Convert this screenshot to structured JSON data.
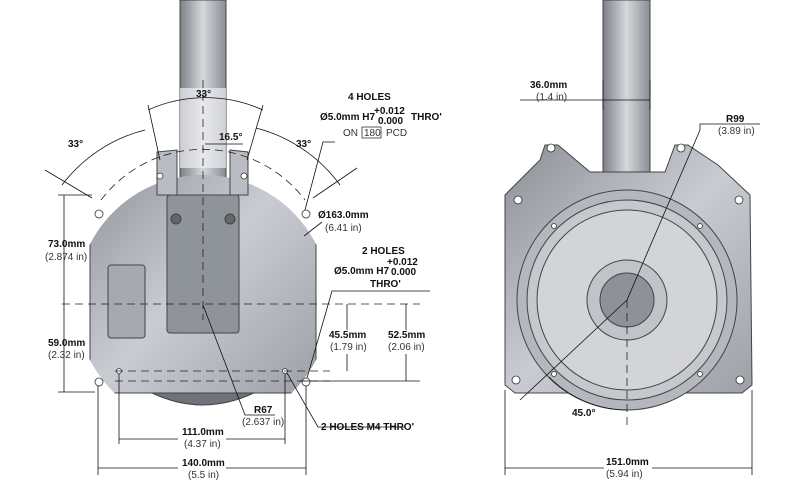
{
  "front_view": {
    "angle_top": "33°",
    "angle_left": "33°",
    "angle_right": "33°",
    "angle_half": "16.5°",
    "holes4_title": "4 HOLES",
    "holes4_spec": "Ø5.0mm H7",
    "holes4_tol_upper": "+0.012",
    "holes4_tol_lower": "0.000",
    "holes4_thro": "THRO'",
    "pcd_on": "ON",
    "pcd_value": "180",
    "pcd_label": "PCD",
    "dia_mm": "Ø163.0mm",
    "dia_in": "(6.41 in)",
    "holes2_title": "2 HOLES",
    "holes2_spec": "Ø5.0mm H7",
    "holes2_tol_upper": "+0.012",
    "holes2_tol_lower": "0.000",
    "holes2_thro": "THRO'",
    "h73_mm": "73.0mm",
    "h73_in": "(2.874 in)",
    "h59_mm": "59.0mm",
    "h59_in": "(2.32 in)",
    "h455_mm": "45.5mm",
    "h455_in": "(1.79 in)",
    "h525_mm": "52.5mm",
    "h525_in": "(2.06 in)",
    "r67": "R67",
    "r67_in": "(2.637 in)",
    "m4_label": "2 HOLES M4 THRO'",
    "w111_mm": "111.0mm",
    "w111_in": "(4.37 in)",
    "w140_mm": "140.0mm",
    "w140_in": "(5.5 in)"
  },
  "rear_view": {
    "w36_mm": "36.0mm",
    "w36_in": "(1.4 in)",
    "r99": "R99",
    "r99_in": "(3.89 in)",
    "angle": "45.0°",
    "w151_mm": "151.0mm",
    "w151_in": "(5.94 in)"
  }
}
